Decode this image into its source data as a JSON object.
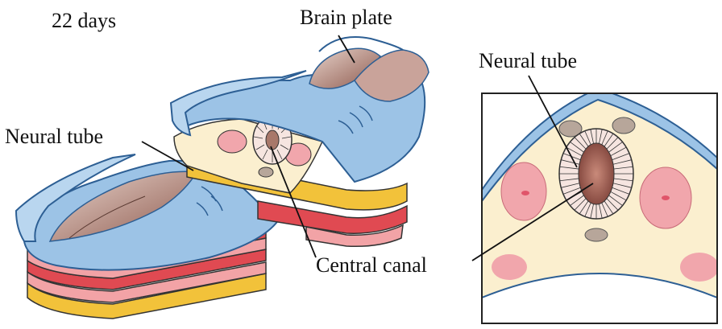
{
  "labels": {
    "age": "22 days",
    "brain_plate": "Brain plate",
    "neural_tube_left": "Neural tube",
    "neural_tube_inset": "Neural tube",
    "central_canal": "Central canal"
  },
  "colors": {
    "ectoderm_blue": "#9cc3e6",
    "ectoderm_outline": "#3a6fa8",
    "neural_plate_brown": "#a8786a",
    "neural_plate_light": "#dcc2b8",
    "red_layer": "#e04a52",
    "pink_layer": "#f2a3a6",
    "yellow_layer": "#f2c23a",
    "mesenchyme_cream": "#fbefcf",
    "somite_pink": "#f1a6ac",
    "somite_core": "#e0556a",
    "notochord_gray": "#b7a69a"
  }
}
